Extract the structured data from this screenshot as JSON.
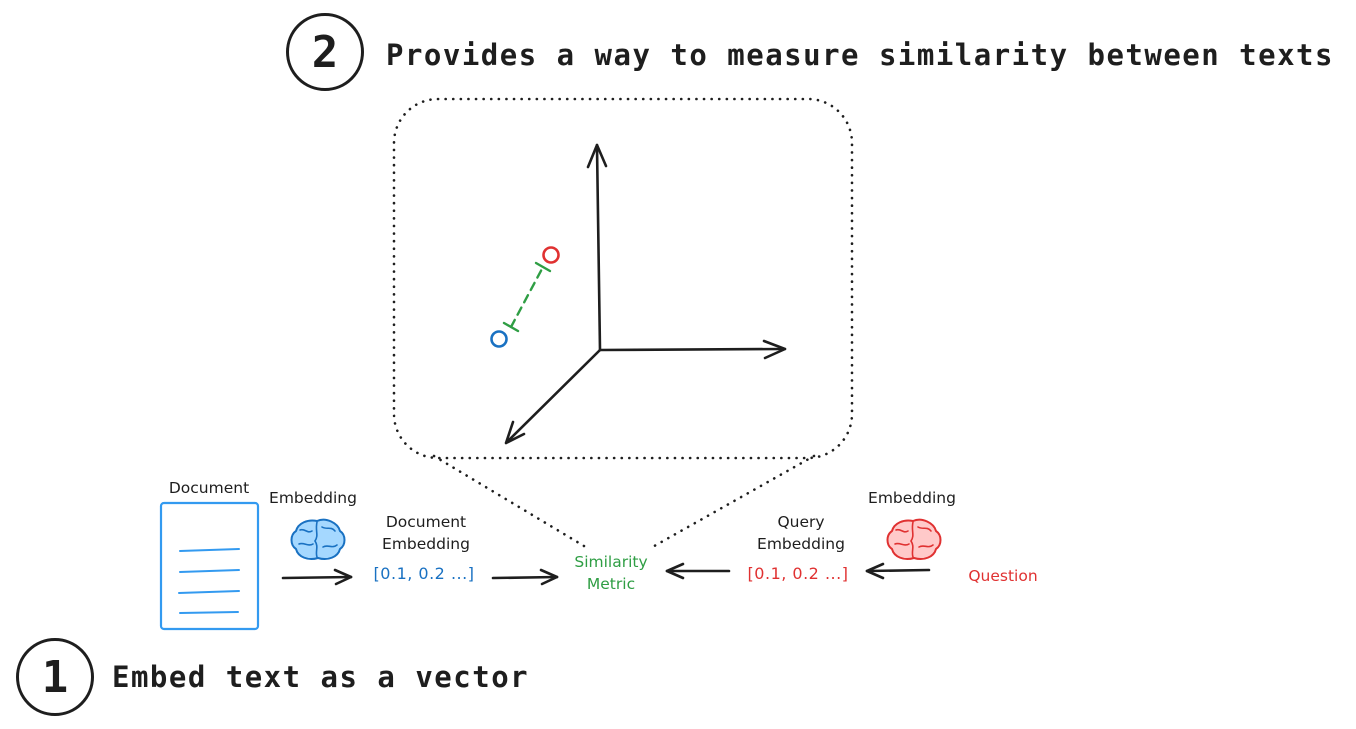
{
  "steps": {
    "one": {
      "number": "1",
      "label": "Embed text as a vector"
    },
    "two": {
      "number": "2",
      "label": "Provides a way to measure similarity between texts"
    }
  },
  "pipeline": {
    "document_label": "Document",
    "left_embedding_label": "Embedding",
    "document_embedding": {
      "line1": "Document",
      "line2": "Embedding"
    },
    "document_vector": "[0.1, 0.2 ...]",
    "similarity_metric": {
      "line1": "Similarity",
      "line2": "Metric"
    },
    "query_embedding": {
      "line1": "Query",
      "line2": "Embedding"
    },
    "query_vector": "[0.1, 0.2 ...]",
    "right_embedding_label": "Embedding",
    "question_label": "Question"
  },
  "colors": {
    "ink": "#1e1e1e",
    "blue": "#1971c2",
    "document_blue": "#339af0",
    "brain_blue_fill": "#a5d8ff",
    "red": "#e03131",
    "brain_pink_fill": "#ffc9c9",
    "green": "#2f9e44"
  },
  "icons": {
    "document": "document-icon",
    "left_embedding": "brain-icon",
    "right_embedding": "brain-icon"
  }
}
